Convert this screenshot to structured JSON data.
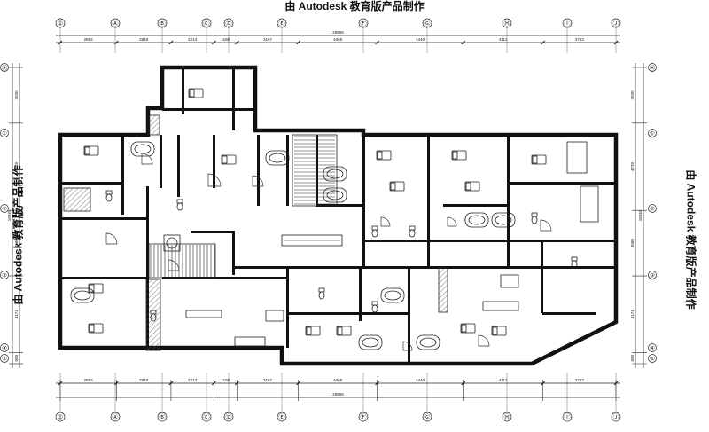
{
  "watermark": {
    "text": "由 Autodesk 教育版产品制作"
  },
  "axes": {
    "columns": [
      "①",
      "Ⓐ",
      "Ⓑ",
      "Ⓒ",
      "Ⓓ",
      "Ⓔ",
      "Ⓕ",
      "Ⓖ",
      "Ⓗ",
      "Ⓘ",
      "Ⓙ"
    ],
    "rows": [
      "⑤",
      "④",
      "③",
      "②",
      "①",
      "Ⓐ"
    ]
  },
  "dimensions": {
    "horizontal_segments": [
      "2893",
      "2818",
      "2213",
      "1188",
      "3167",
      "4068",
      "4440",
      "4114",
      "3763"
    ],
    "horizontal_total": "28506",
    "vertical_segments_left": [
      "3030",
      "4739",
      "3560",
      "4171",
      "600"
    ],
    "vertical_total_left": "16040",
    "vertical_segments_right": [
      "3030",
      "4739",
      "3560",
      "4171",
      "600"
    ],
    "vertical_total_right": "16040"
  },
  "colors": {
    "wall": "#111111",
    "line": "#222222",
    "hatch": "#555555",
    "paper": "#ffffff"
  }
}
